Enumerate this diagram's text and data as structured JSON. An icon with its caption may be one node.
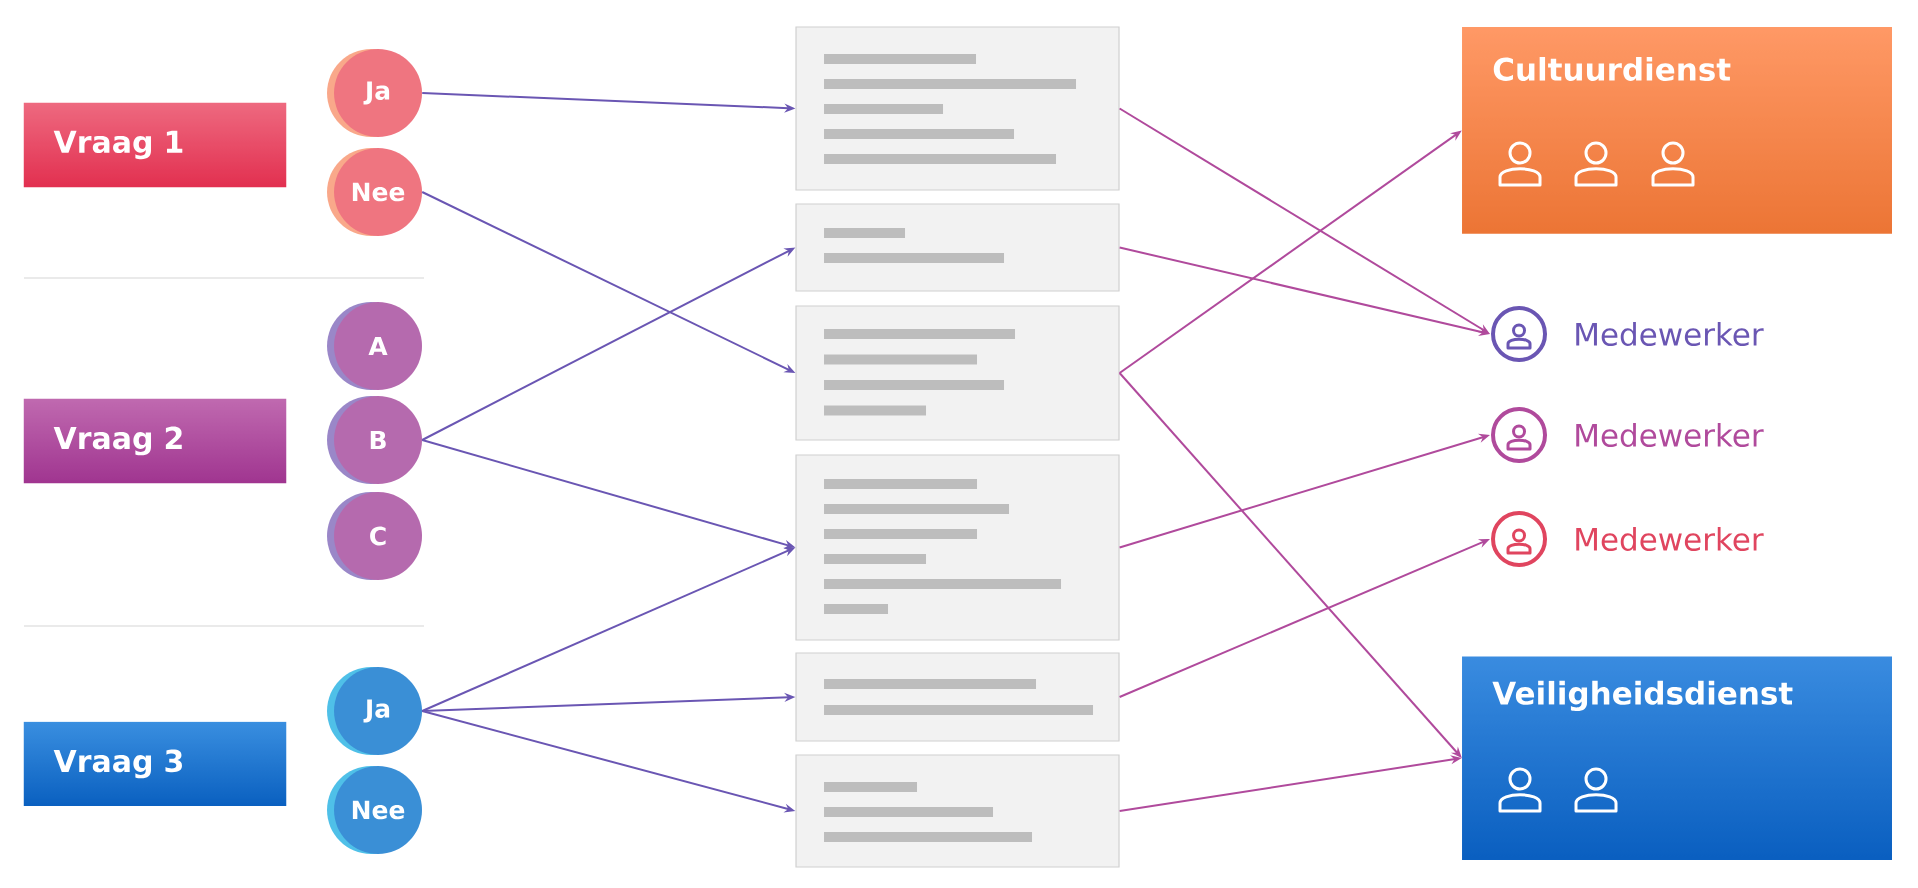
{
  "diagram": {
    "nodes": [
      {
        "text": [
          "Vraag 1"
        ]
      },
      {
        "text": [
          "Ja"
        ]
      },
      {
        "text": [
          "Nee"
        ]
      },
      {
        "text": [
          "Vraag 2"
        ]
      },
      {
        "text": [
          "A"
        ]
      },
      {
        "text": [
          "B"
        ]
      },
      {
        "text": [
          "C"
        ]
      },
      {
        "text": [
          "Vraag 3"
        ]
      },
      {
        "text": [
          "Ja"
        ]
      },
      {
        "text": [
          "Nee"
        ]
      },
      {
        "text": [],
        "shape": "box"
      },
      {
        "text": [],
        "shape": "box"
      },
      {
        "text": [],
        "shape": "box"
      },
      {
        "text": [],
        "shape": "box"
      },
      {
        "text": [],
        "shape": "box"
      },
      {
        "text": [],
        "shape": "box"
      },
      {
        "text": [
          "Cultuurdienst"
        ]
      },
      {
        "text": [
          "Medewerker"
        ]
      },
      {
        "text": [
          "Medewerker"
        ]
      },
      {
        "text": [
          "Medewerker"
        ]
      },
      {
        "text": [
          "Veiligheidsdienst"
        ]
      }
    ],
    "edges": [
      {
        "from": 1,
        "to": 10,
        "arrow": "to"
      },
      {
        "from": 2,
        "to": 12,
        "arrow": "to"
      },
      {
        "from": 5,
        "to": 11,
        "arrow": "to"
      },
      {
        "from": 5,
        "to": 13,
        "arrow": "to"
      },
      {
        "from": 8,
        "to": 13,
        "arrow": "to"
      },
      {
        "from": 8,
        "to": 14,
        "arrow": "to"
      },
      {
        "from": 8,
        "to": 15,
        "arrow": "to"
      },
      {
        "from": 10,
        "to": 17,
        "arrow": "to",
        "color": "#b04a9c"
      },
      {
        "from": 11,
        "to": 17,
        "arrow": "to",
        "color": "#b04a9c"
      },
      {
        "from": 12,
        "to": 16,
        "arrow": "to",
        "color": "#b04a9c"
      },
      {
        "from": 12,
        "to": 20,
        "arrow": "to",
        "color": "#b04a9c"
      },
      {
        "from": 13,
        "to": 18,
        "arrow": "to",
        "color": "#b04a9c"
      },
      {
        "from": 14,
        "to": 19,
        "arrow": "to",
        "color": "#b04a9c"
      },
      {
        "from": 15,
        "to": 20,
        "arrow": "to",
        "color": "#b04a9c"
      }
    ]
  }
}
